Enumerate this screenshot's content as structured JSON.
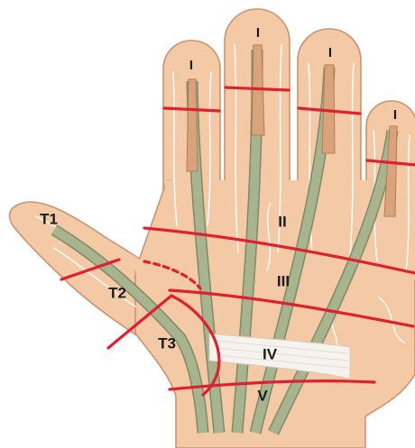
{
  "diagram": {
    "colors": {
      "skin": "#f3c9a6",
      "skin_outline": "#c99474",
      "tendon": "#a8b48e",
      "tendon_outline": "#7e8a68",
      "zone_line": "#e0202e",
      "sheath": "#d9a37b",
      "creases": "#ffffff"
    },
    "finger_zones": [
      {
        "id": "index-zone-i",
        "label": "I"
      },
      {
        "id": "middle-zone-i",
        "label": "I"
      },
      {
        "id": "ring-zone-i",
        "label": "I"
      },
      {
        "id": "little-zone-i",
        "label": "I"
      },
      {
        "id": "zone-ii",
        "label": "II"
      },
      {
        "id": "zone-iii",
        "label": "III"
      },
      {
        "id": "zone-iv",
        "label": "IV"
      },
      {
        "id": "zone-v",
        "label": "V"
      }
    ],
    "thumb_zones": [
      {
        "id": "thumb-zone-t1",
        "label": "T1"
      },
      {
        "id": "thumb-zone-t2",
        "label": "T2"
      },
      {
        "id": "thumb-zone-t3",
        "label": "T3"
      }
    ]
  }
}
